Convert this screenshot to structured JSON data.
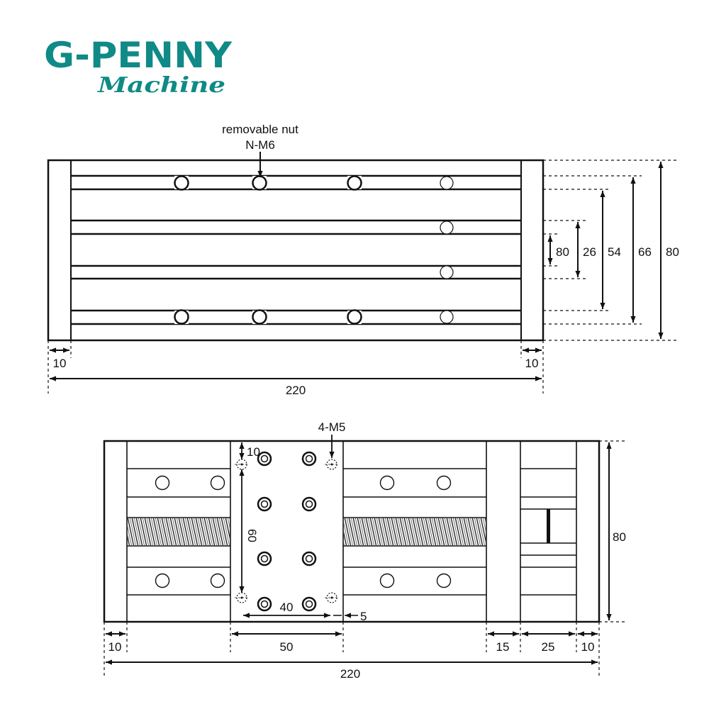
{
  "logo": {
    "brand": "G-PENNY",
    "tagline": "Machine",
    "color": "#0f8a86"
  },
  "top_view": {
    "callout": [
      "removable nut",
      "N-M6"
    ],
    "dim_h_80_inner": "80",
    "dim_h_26": "26",
    "dim_h_54": "54",
    "dim_h_66": "66",
    "dim_h_80": "80",
    "dim_left_10": "10",
    "dim_right_10": "10",
    "dim_length": "220"
  },
  "bottom_view": {
    "callout": "4-M5",
    "dim_10": "10",
    "dim_60": "60",
    "dim_40": "40",
    "dim_5": "5",
    "dim_height": "80",
    "dim_left_10": "10",
    "dim_50": "50",
    "dim_15": "15",
    "dim_25": "25",
    "dim_right_10": "10",
    "dim_length": "220"
  }
}
